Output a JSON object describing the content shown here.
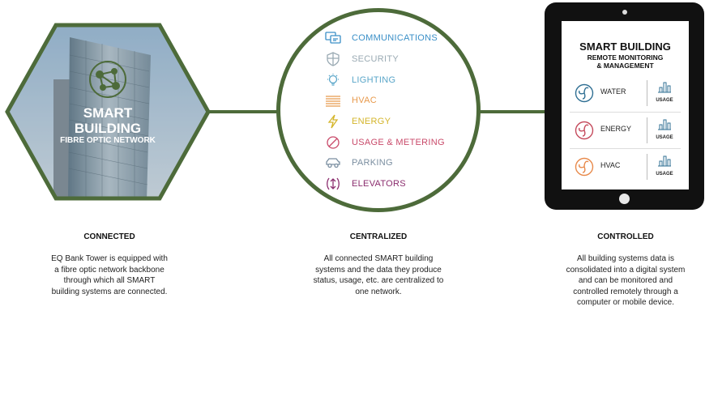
{
  "hexagon": {
    "title_line1": "SMART",
    "title_line2": "BUILDING",
    "subtitle": "FIBRE OPTIC NETWORK"
  },
  "systems": [
    {
      "label": "COMMUNICATIONS",
      "icon": "chat-icon",
      "color": "#3a8fc7"
    },
    {
      "label": "SECURITY",
      "icon": "shield-icon",
      "color": "#9aaab3"
    },
    {
      "label": "LIGHTING",
      "icon": "bulb-icon",
      "color": "#5aa6c9"
    },
    {
      "label": "HVAC",
      "icon": "vent-icon",
      "color": "#e89a4d"
    },
    {
      "label": "ENERGY",
      "icon": "bolt-icon",
      "color": "#d4b52a"
    },
    {
      "label": "USAGE & METERING",
      "icon": "meter-icon",
      "color": "#c94a6a"
    },
    {
      "label": "PARKING",
      "icon": "car-icon",
      "color": "#7a8ea0"
    },
    {
      "label": "ELEVATORS",
      "icon": "elevator-icon",
      "color": "#8b2d6e"
    }
  ],
  "tablet": {
    "title": "SMART BUILDING",
    "subtitle_line1": "REMOTE MONITORING",
    "subtitle_line2": "& MANAGEMENT",
    "rows": [
      {
        "label": "WATER",
        "usage": "USAGE",
        "icon": "water-fan-icon",
        "color": "#2f6f93"
      },
      {
        "label": "ENERGY",
        "usage": "USAGE",
        "icon": "energy-fan-icon",
        "color": "#c4495b"
      },
      {
        "label": "HVAC",
        "usage": "USAGE",
        "icon": "hvac-fan-icon",
        "color": "#e8894a"
      }
    ]
  },
  "captions": {
    "connected": {
      "heading": "CONNECTED",
      "lines": [
        "EQ Bank Tower is equipped with",
        "a fibre optic network backbone",
        "through which all SMART",
        "building systems are connected."
      ]
    },
    "centralized": {
      "heading": "CENTRALIZED",
      "lines": [
        "All connected SMART building",
        "systems and the data they produce",
        "status, usage, etc. are centralized to",
        "one network."
      ]
    },
    "controlled": {
      "heading": "CONTROLLED",
      "lines": [
        "All building systems data is",
        "consolidated into a digital system",
        "and can be monitored and",
        "controlled remotely through a",
        "computer or mobile device."
      ]
    }
  },
  "colors": {
    "frame_green": "#4d6b3a",
    "sky": "#b9d3e8"
  }
}
